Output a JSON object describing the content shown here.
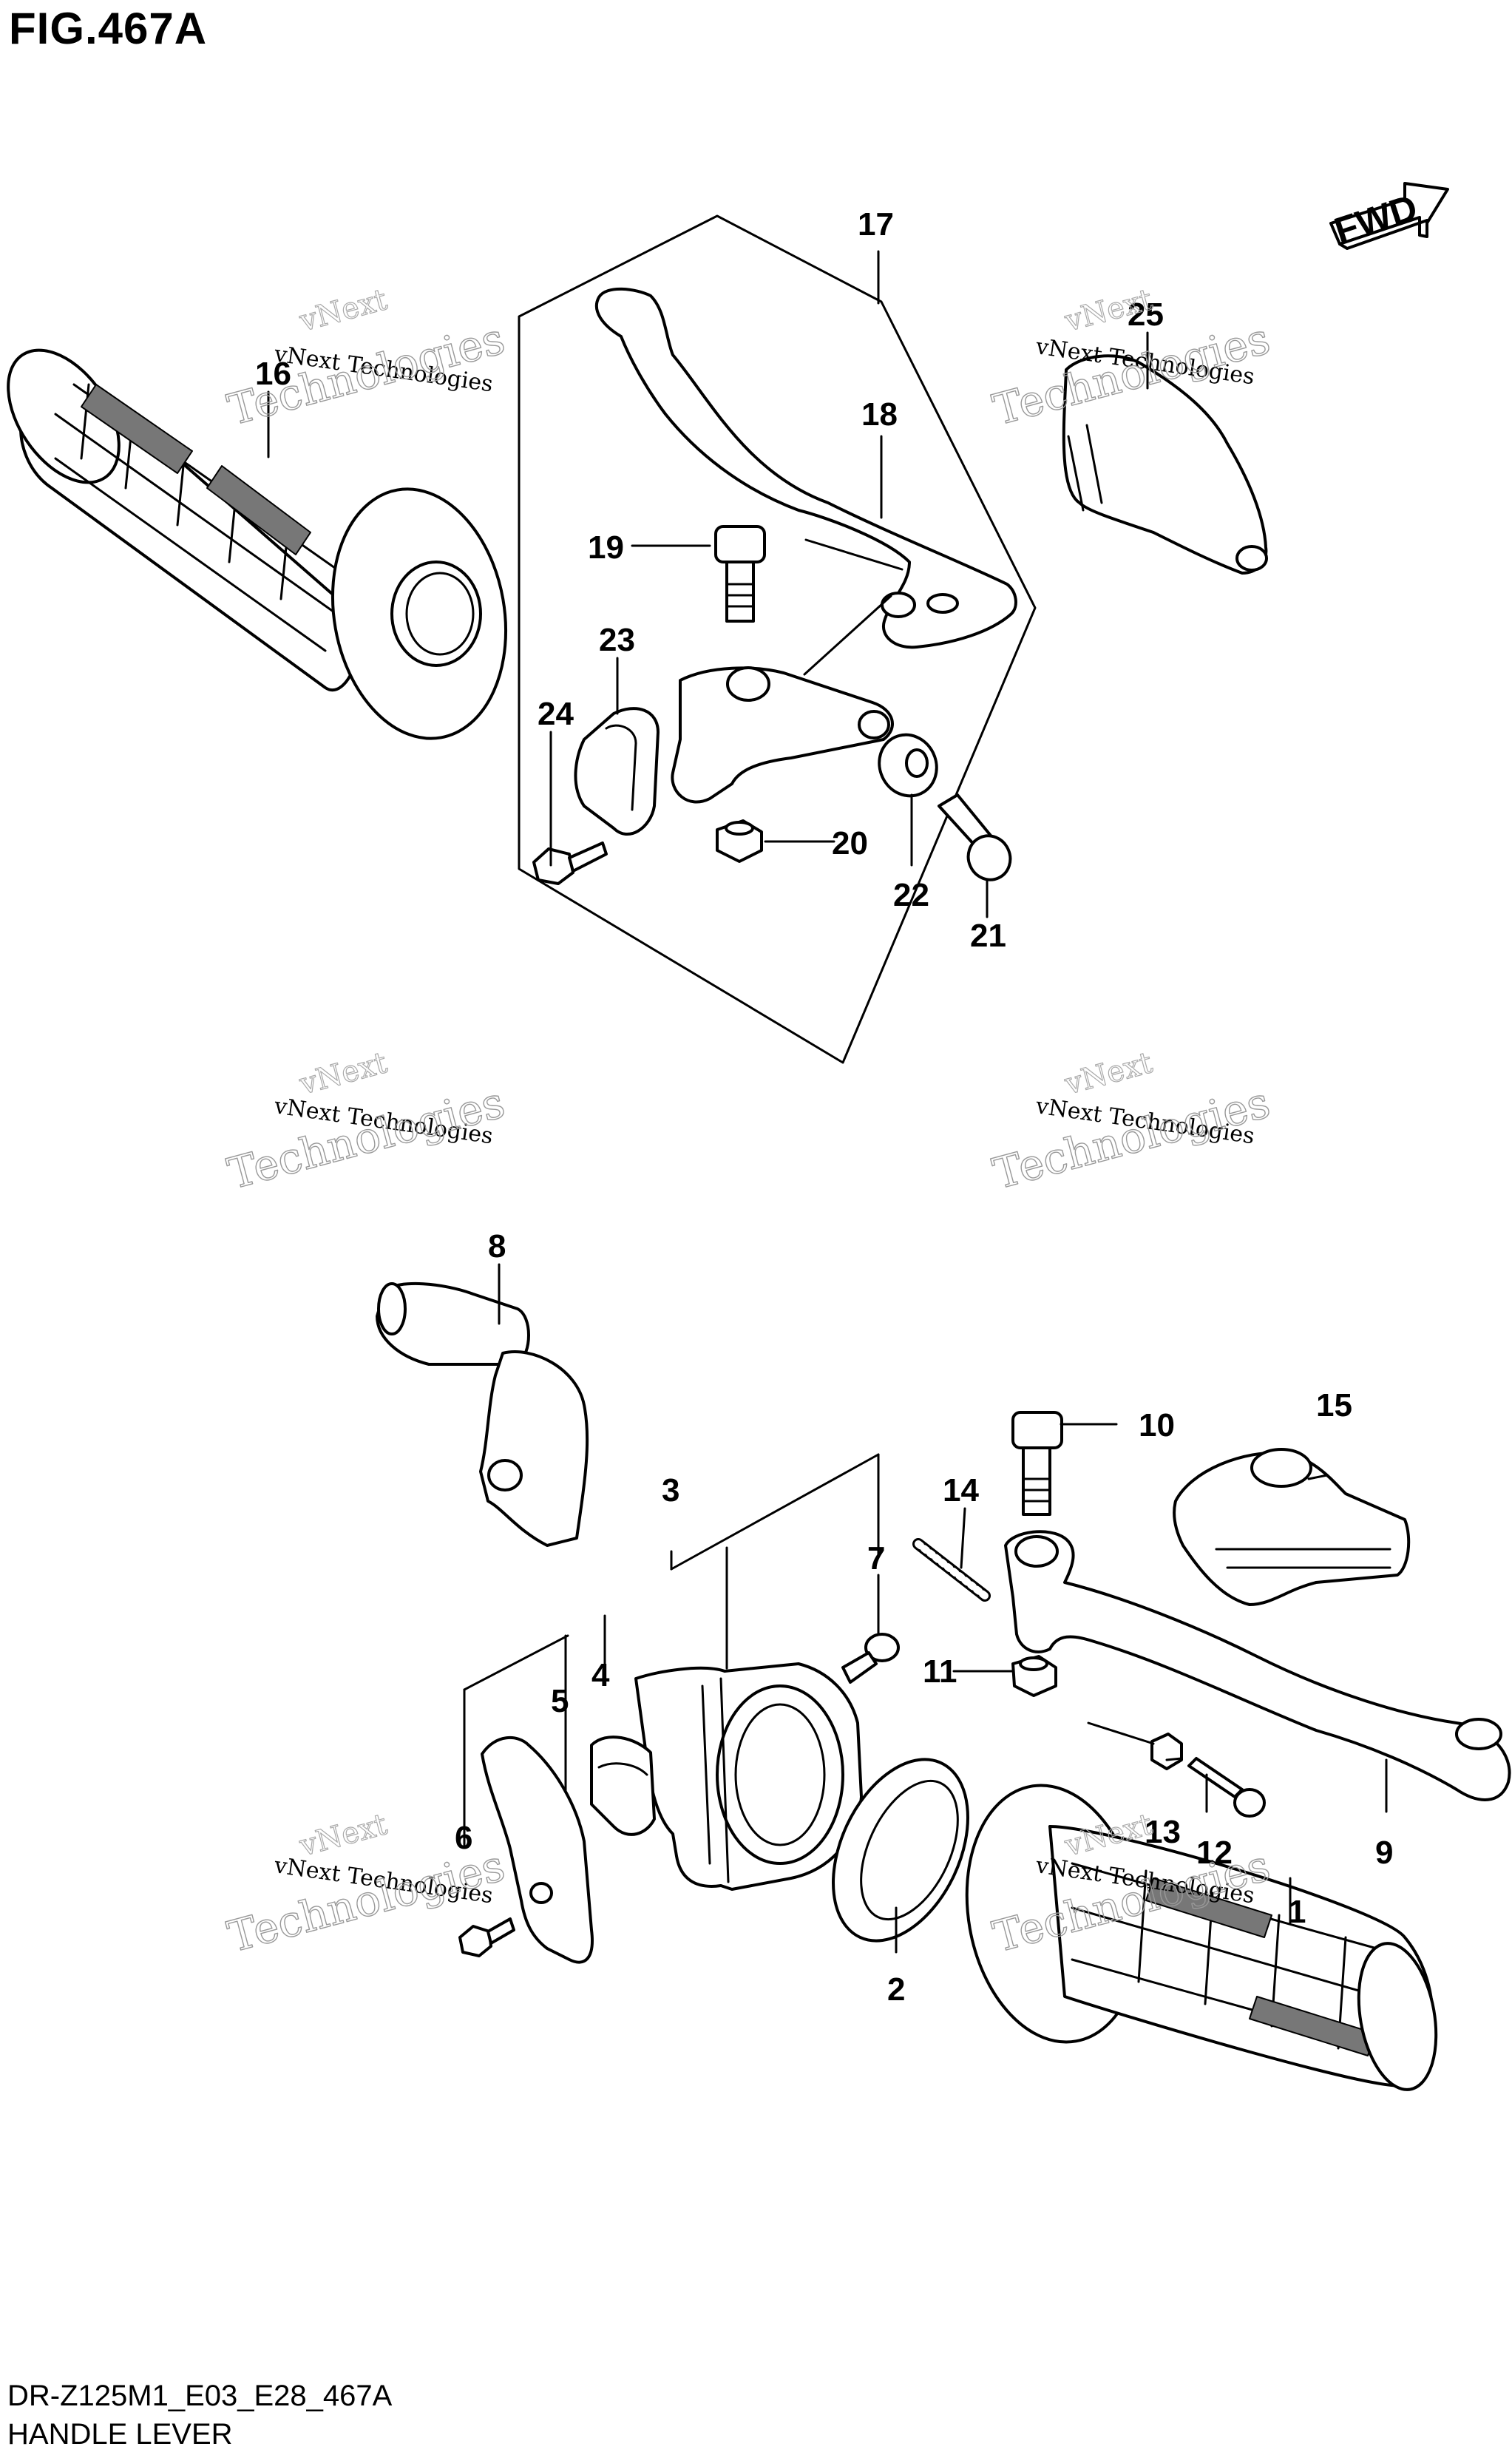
{
  "figure": {
    "title": "FIG.467A",
    "code": "DR-Z125M1_E03_E28_467A",
    "name": "HANDLE LEVER",
    "direction_label": "FWD"
  },
  "watermark": {
    "line_small": "vNext",
    "line_main": "vNext Technologies",
    "line_big": "Technologies"
  },
  "callouts": [
    "1",
    "2",
    "3",
    "4",
    "5",
    "6",
    "7",
    "8",
    "9",
    "10",
    "11",
    "12",
    "13",
    "14",
    "15",
    "16",
    "17",
    "18",
    "19",
    "20",
    "21",
    "22",
    "23",
    "24",
    "25"
  ]
}
